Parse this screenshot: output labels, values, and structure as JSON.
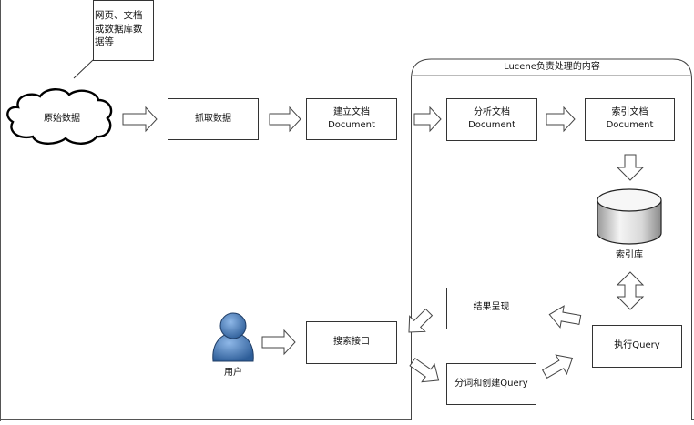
{
  "note": "网页、文档\n或数据库数\n据等",
  "panel_title": "Lucene负责处理的内容",
  "nodes": {
    "raw_data": "原始数据",
    "crawl": "抓取数据",
    "build_doc": "建立文档\nDocument",
    "analyze_doc": "分析文档\nDocument",
    "index_doc": "索引文档\nDocument",
    "index_db": "索引库",
    "result": "结果呈现",
    "search_iface": "搜索接口",
    "execute": "执行Query",
    "tokenize": "分词和创建Query",
    "user": "用户"
  }
}
